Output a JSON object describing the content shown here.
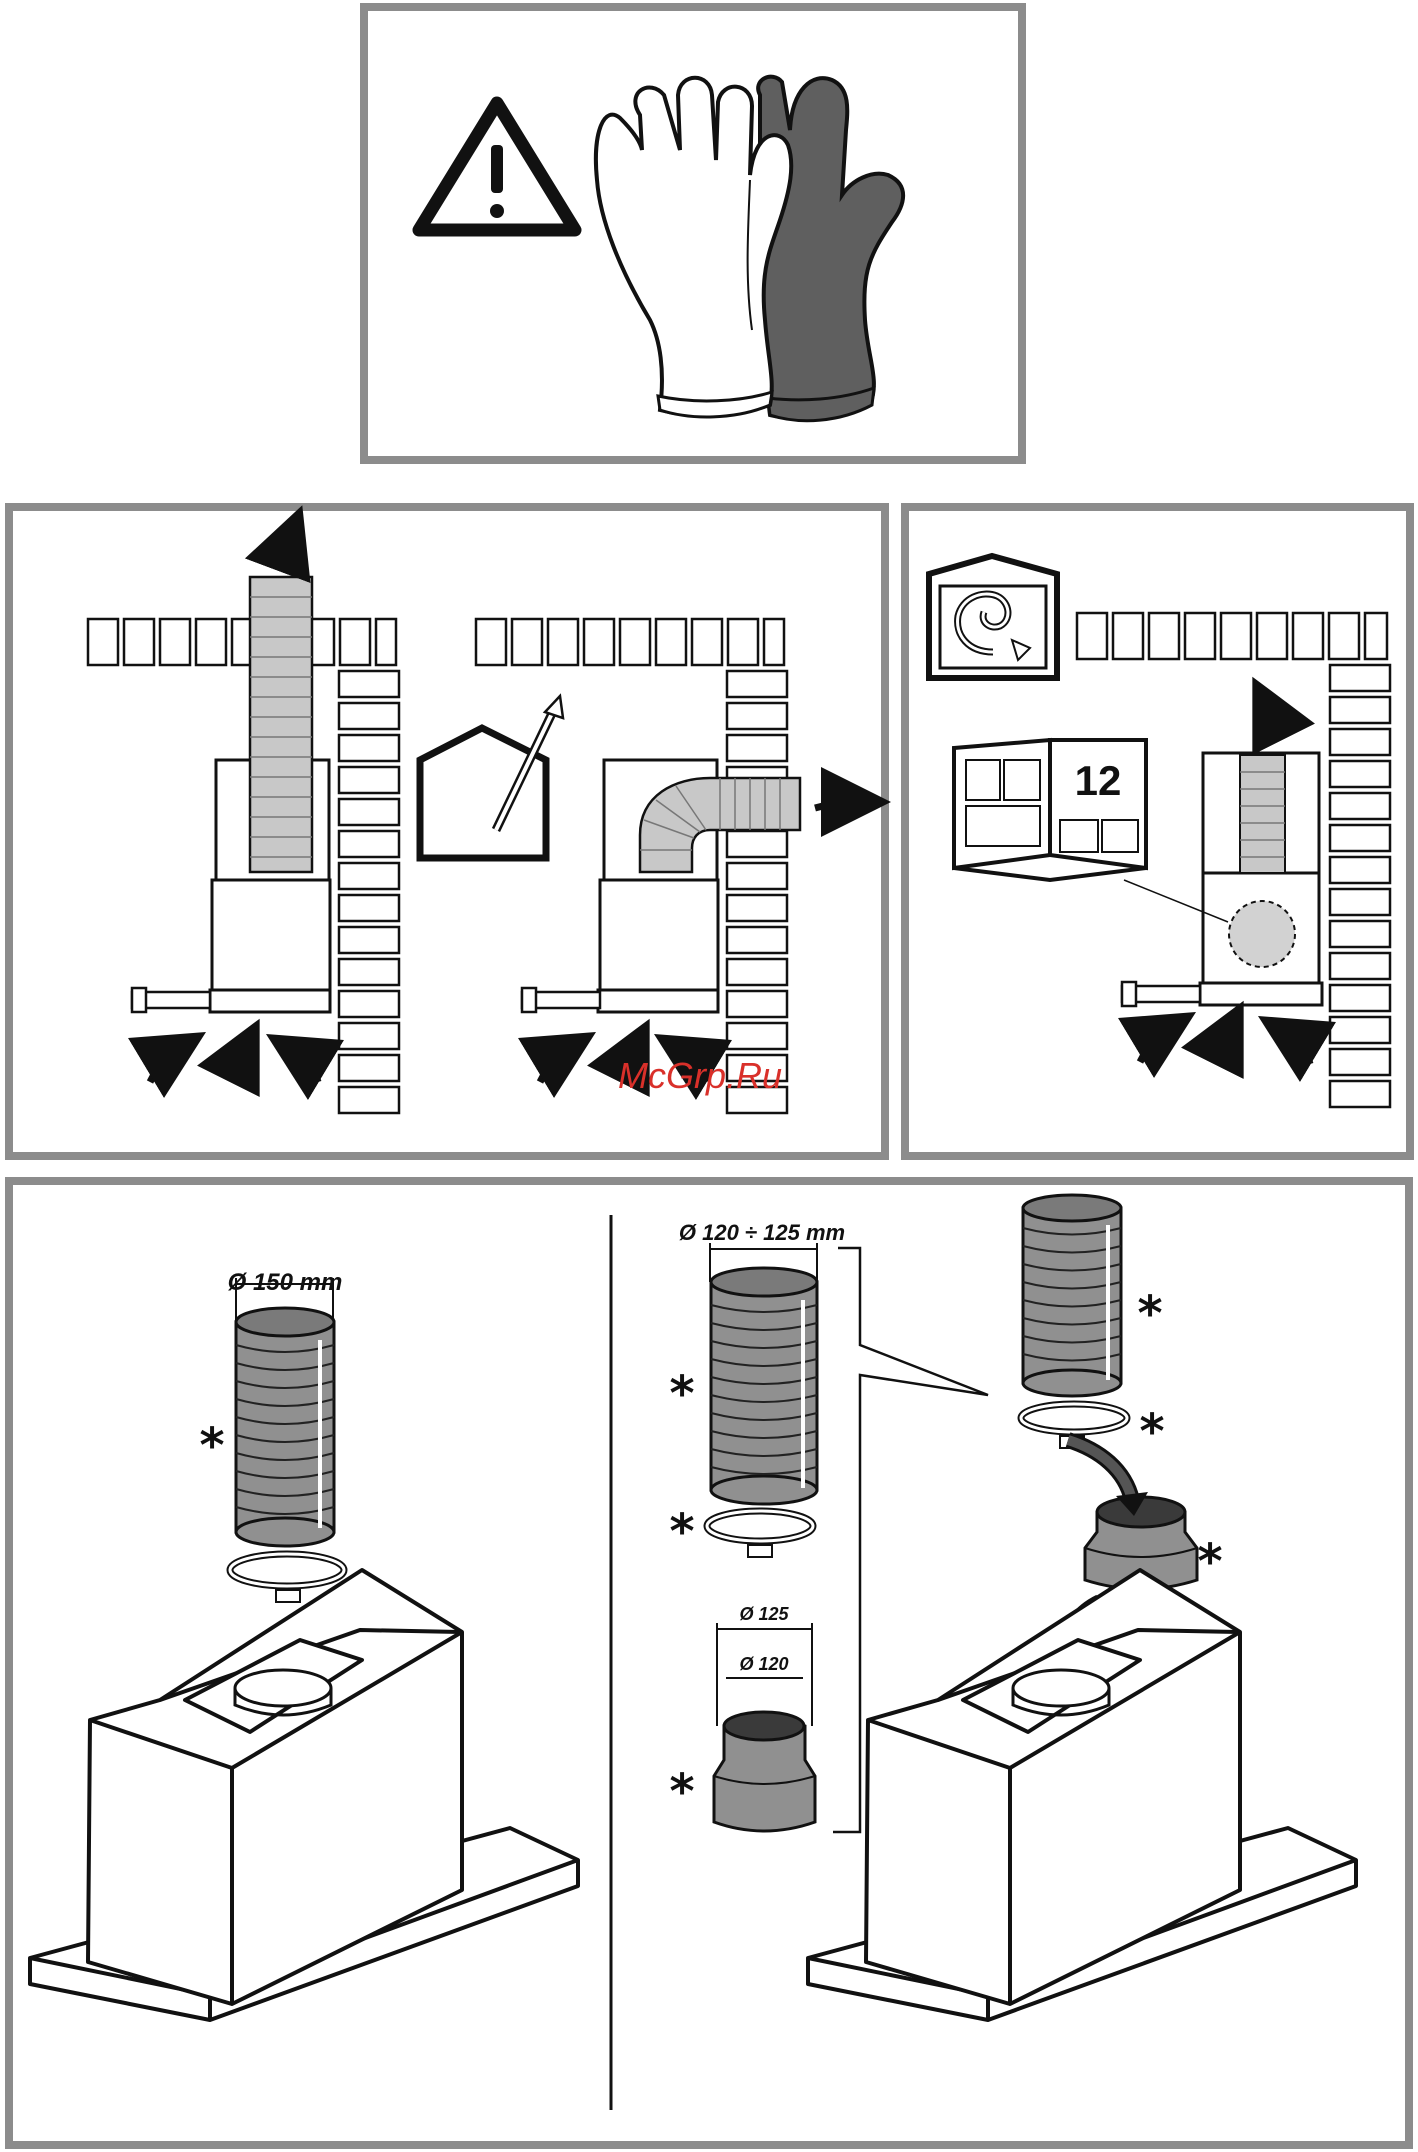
{
  "panel_safety": {
    "warning_icon": "warning-triangle-icon",
    "gloves_icon": "protective-gloves-icon"
  },
  "panel_ducting": {
    "house_icon": "house-exhaust-icon"
  },
  "panel_recirculation": {
    "house_icon": "house-recirculation-icon",
    "manual_page": "12"
  },
  "panel_installation": {
    "duct_150_label": "Ø 150 mm",
    "duct_120_125_label": "Ø 120 ÷ 125 mm",
    "adapter_outer_label": "Ø 125",
    "adapter_inner_label": "Ø 120",
    "optional_marker": "*"
  },
  "watermark": "McGrp.Ru",
  "colors": {
    "frame": "#8c8c8c",
    "ink": "#111111",
    "duct_grey": "#909090",
    "glove_dark": "#5f5f5f",
    "watermark": "#d9302a"
  }
}
